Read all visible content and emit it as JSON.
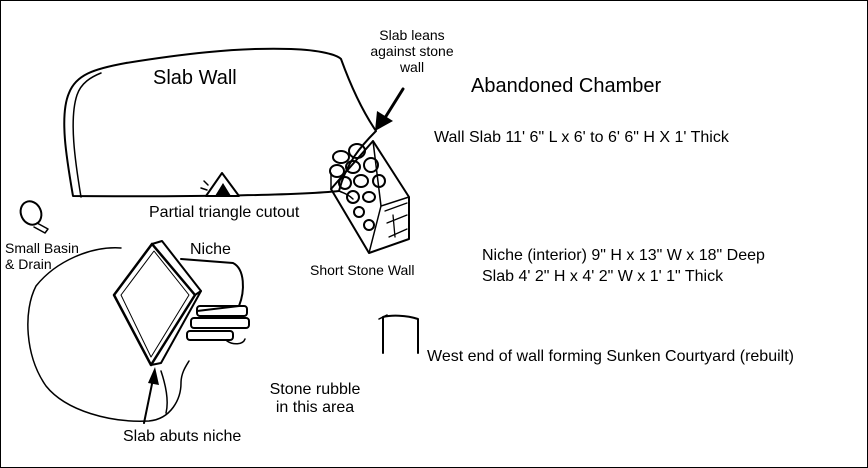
{
  "labels": {
    "slab_wall": "Slab Wall",
    "abandoned_chamber": "Abandoned Chamber",
    "slab_leans": [
      "Slab leans",
      "against stone",
      "wall"
    ],
    "wall_slab_dims": "Wall Slab 11' 6\" L x 6' to 6' 6\" H X 1' Thick",
    "partial_triangle": "Partial triangle cutout",
    "short_stone_wall": "Short Stone Wall",
    "small_basin": [
      "Small Basin",
      "& Drain"
    ],
    "niche": "Niche",
    "niche_interior": "Niche (interior) 9\" H x 13\" W x 18\" Deep",
    "slab_dims": "Slab 4' 2\" H x 4' 2\" W x 1' 1\" Thick",
    "west_end": "West end of wall forming Sunken Courtyard (rebuilt)",
    "stone_rubble": [
      "Stone rubble",
      "in this area"
    ],
    "slab_abuts": "Slab abuts niche"
  },
  "colors": {
    "ink": "#000000",
    "paper": "#ffffff"
  }
}
